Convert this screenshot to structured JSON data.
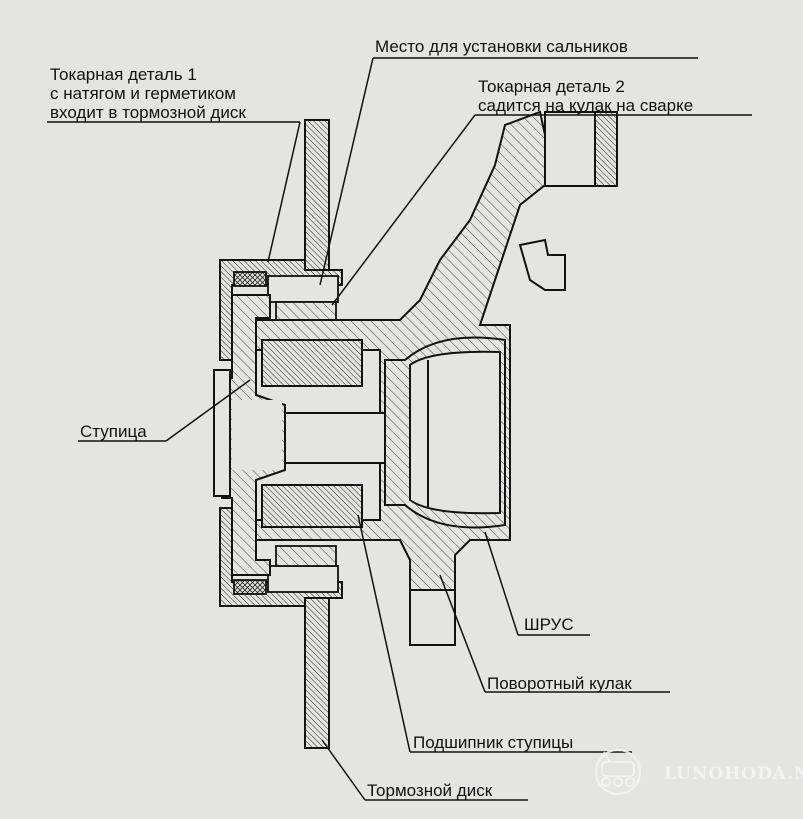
{
  "labels": {
    "seal_place": "Место для установки сальников",
    "part1_line1": "Токарная деталь 1",
    "part1_line2": "с натягом и герметиком",
    "part1_line3": "входит в тормозной диск",
    "part2_line1": "Токарная деталь 2",
    "part2_line2": "садится на кулак на сварке",
    "hub": "Ступица",
    "cv_joint": "ШРУС",
    "knuckle": "Поворотный кулак",
    "hub_bearing": "Подшипник ступицы",
    "brake_disc": "Тормозной диск"
  },
  "watermark": {
    "text": "LUNOHODA.NET",
    "icon": "lunokhod-rover-icon"
  },
  "colors": {
    "background": "#e4e4e2",
    "line": "#111111",
    "watermark": "#f4f4f4"
  }
}
